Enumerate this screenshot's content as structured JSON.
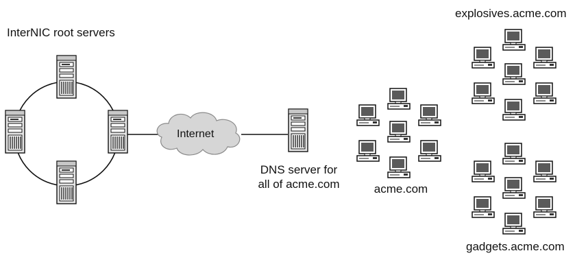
{
  "labels": {
    "root_servers": "InterNIC root servers",
    "internet": "Internet",
    "dns_server_line1": "DNS server for",
    "dns_server_line2": "all of acme.com",
    "acme": "acme.com",
    "explosives": "explosives.acme.com",
    "gadgets": "gadgets.acme.com"
  },
  "colors": {
    "cloud_fill": "#d6d6d6",
    "line": "#111111",
    "monitor_screen": "#5a5a5a",
    "server_body": "#e6e6e6",
    "background": "#ffffff"
  },
  "icons": {
    "server": "server-tower-icon",
    "workstation": "desktop-computer-icon",
    "cloud": "cloud-icon"
  }
}
